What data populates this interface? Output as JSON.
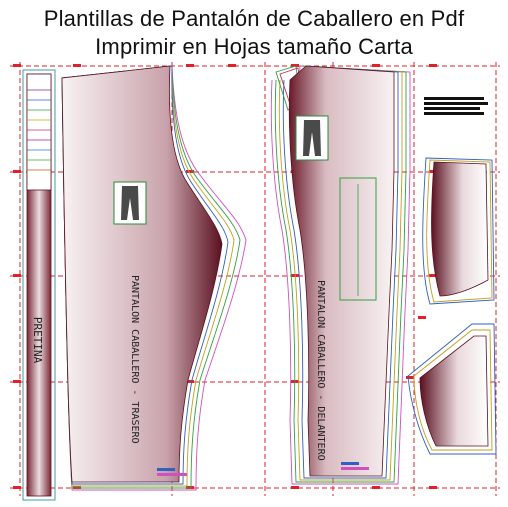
{
  "title": {
    "line1": "Plantillas de Pantalón de Caballero en Pdf",
    "line2": "Imprimir en Hojas tamaño Carta"
  },
  "pieces": {
    "waistband": "PRETINA",
    "back": "PANTALON CABALLERO - TRASERO",
    "front": "PANTALON CABALLERO - DELANTERO"
  },
  "colors": {
    "grid_line": "#e0202a",
    "fabric_dark": "#5a1020",
    "fabric_light": "#f6eef0"
  }
}
